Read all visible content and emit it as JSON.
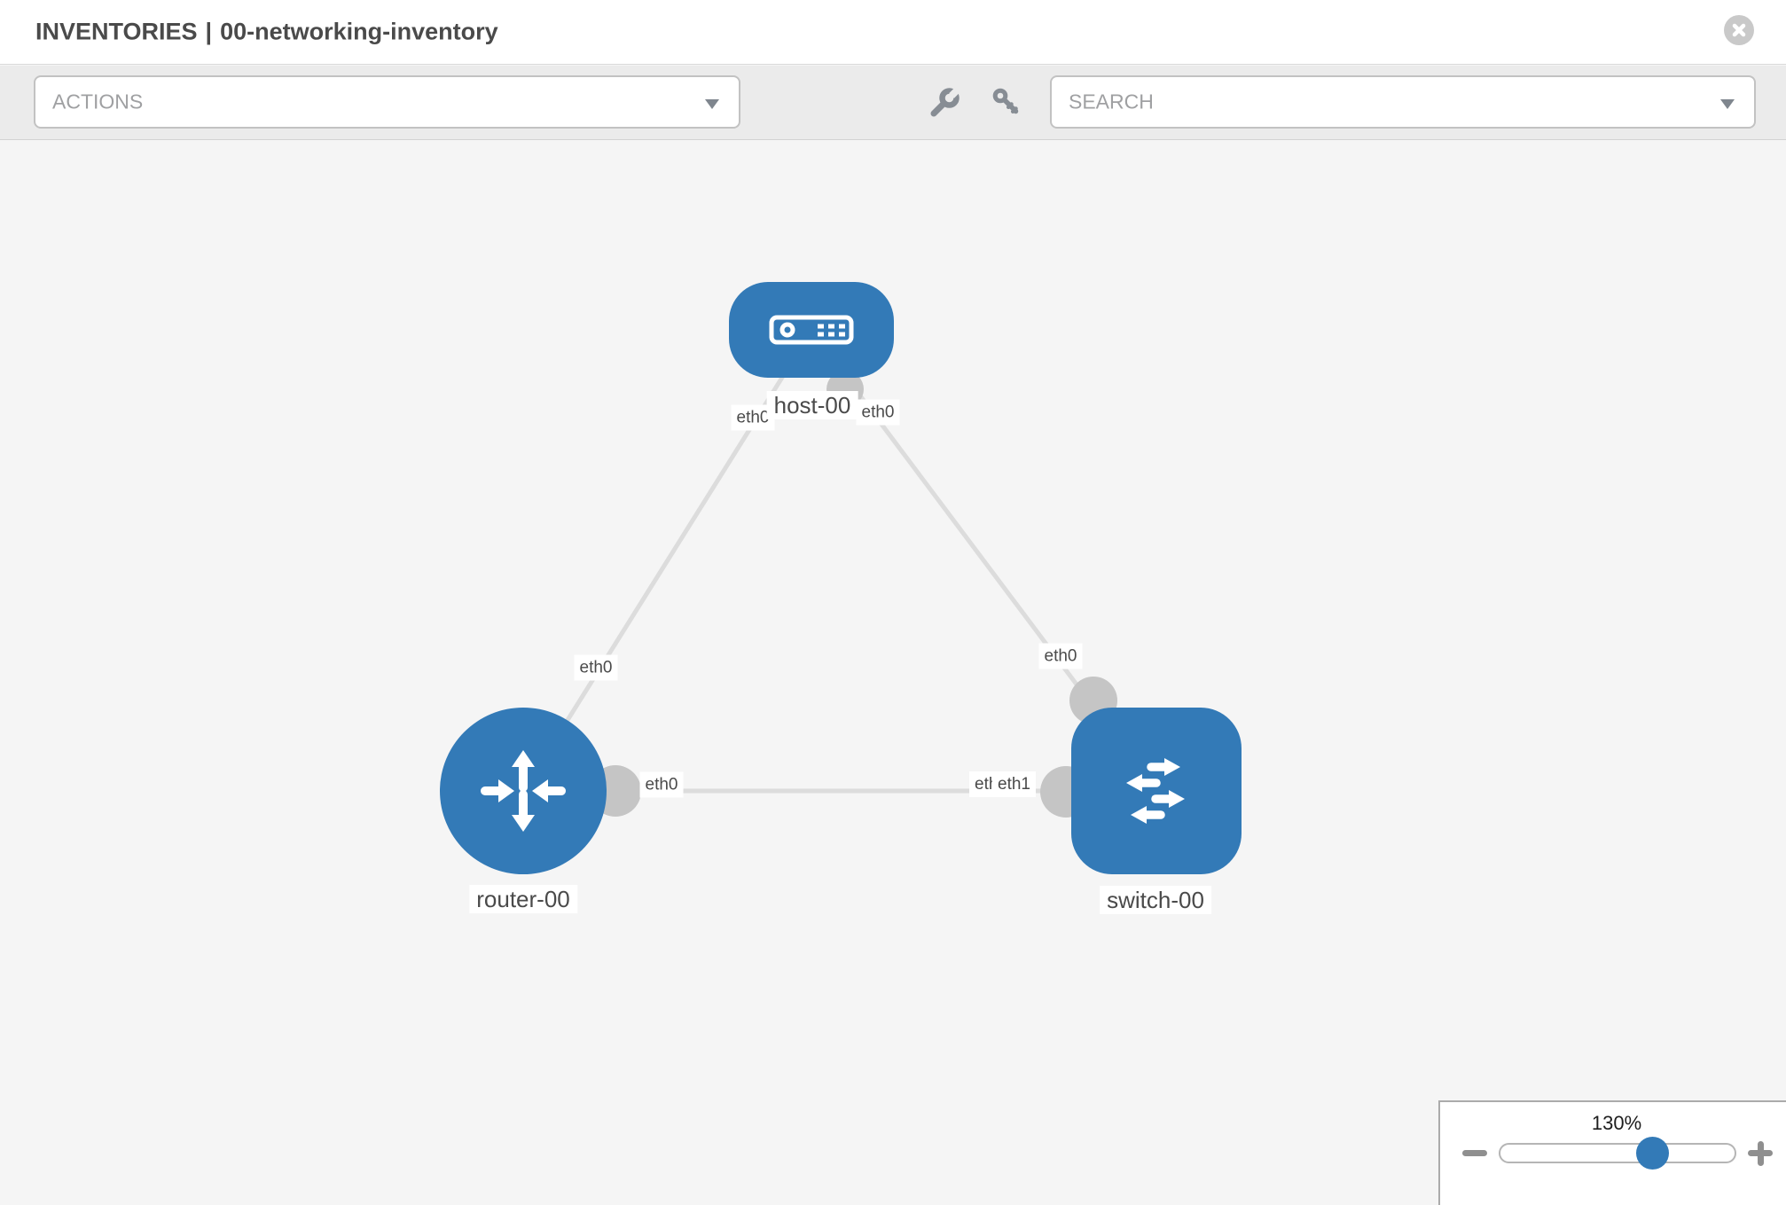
{
  "header": {
    "section": "INVENTORIES",
    "separator": "|",
    "inventory_name": "00-networking-inventory"
  },
  "toolbar": {
    "actions_label": "ACTIONS",
    "search_label": "SEARCH",
    "icons": [
      "wrench-icon",
      "key-icon"
    ]
  },
  "topology": {
    "nodes": [
      {
        "label": "host-00",
        "type": "host"
      },
      {
        "label": "router-00",
        "type": "router"
      },
      {
        "label": "switch-00",
        "type": "switch"
      }
    ],
    "links": [
      {
        "from": "host-00",
        "to": "router-00",
        "from_iface": "eth0",
        "to_iface": "eth0"
      },
      {
        "from": "host-00",
        "to": "switch-00",
        "from_iface": "eth0",
        "to_iface": "eth0"
      },
      {
        "from": "router-00",
        "to": "switch-00",
        "from_iface": "eth0",
        "to_iface": "eth1",
        "to_iface_hidden": "eth0"
      }
    ]
  },
  "zoom_control": {
    "level": "130%"
  },
  "colors": {
    "node_fill": "#337ab7",
    "link": "#dcdcdc",
    "port": "#c5c5c5",
    "toolbar_bg": "#ebebeb",
    "canvas_bg": "#f5f5f5",
    "title_text": "#4a4a4a",
    "muted_text": "#9fa0a2"
  }
}
